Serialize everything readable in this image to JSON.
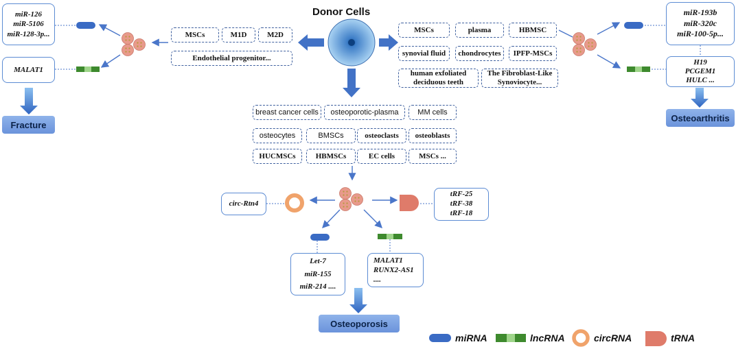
{
  "title": "Donor Cells",
  "left_donors": [
    "MSCs",
    "M1D",
    "M2D",
    "Endothelial progenitor..."
  ],
  "right_donors": [
    "MSCs",
    "plasma",
    "HBMSC",
    "synovial fluid",
    "chondrocytes",
    "IPFP-MSCs",
    "human exfoliated deciduous teeth",
    "The Fibroblast-Like Synoviocyte..."
  ],
  "center_donors": [
    "breast cancer cells",
    "osteoporotic-plasma",
    "MM cells",
    "osteocytes",
    "BMSCs",
    "osteoclasts",
    "osteoblasts",
    "HUCMSCs",
    "HBMSCs",
    "EC cells",
    "MSCs ..."
  ],
  "fracture": {
    "mirna": [
      "miR-126",
      "miR-5106",
      "miR-128-3p..."
    ],
    "lncrna": [
      "MALAT1"
    ],
    "label": "Fracture"
  },
  "osteoarthritis": {
    "mirna": [
      "miR-193b",
      "miR-320c",
      "miR-100-5p..."
    ],
    "lncrna": [
      "H19",
      "PCGEM1",
      "HULC ..."
    ],
    "label": "Osteoarthritis"
  },
  "osteoporosis": {
    "circrna": [
      "circ-Rtn4"
    ],
    "trna": [
      "tRF-25",
      "tRF-38",
      "tRF-18"
    ],
    "mirna": [
      "Let-7",
      "miR-155",
      "miR-214 ...."
    ],
    "lncrna": [
      "MALAT1",
      "RUNX2-AS1",
      "...."
    ],
    "label": "Osteoporosis"
  },
  "legend": [
    "miRNA",
    "lncRNA",
    "circRNA",
    "tRNA"
  ],
  "colors": {
    "mirna": "#3a6bc4",
    "lncrna_dark": "#3e8a2e",
    "lncrna_light": "#9fd58a",
    "circ": "#f0a36b",
    "trna": "#df7b6a",
    "arrow": "#4a76c9",
    "vesicle": "#e89a8b"
  }
}
